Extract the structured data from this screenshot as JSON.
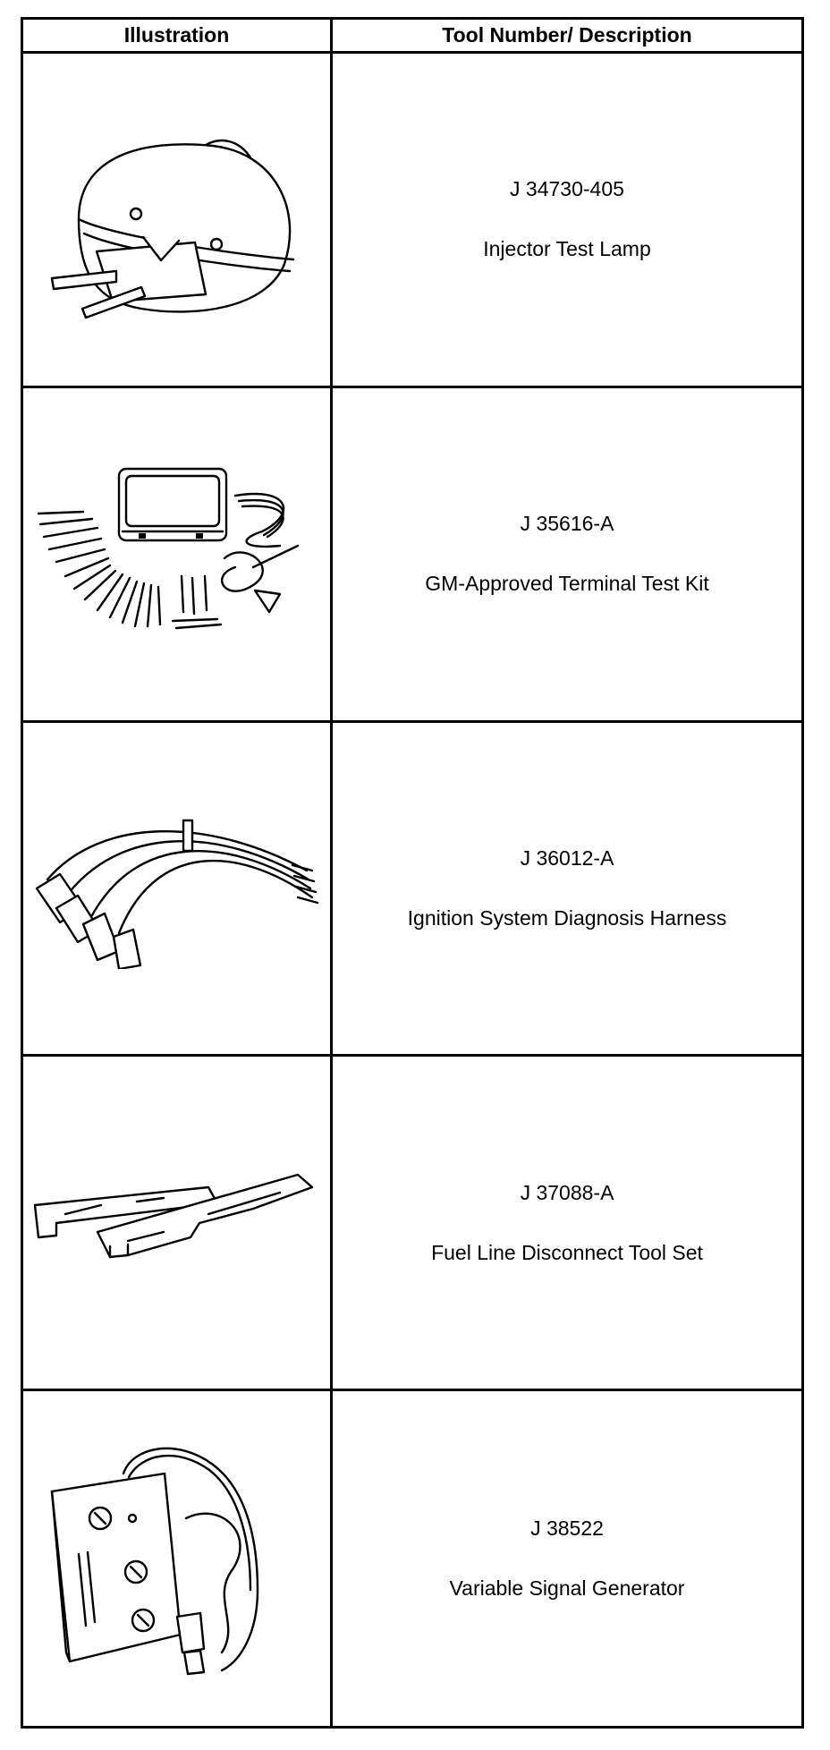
{
  "table": {
    "headers": {
      "illustration": "Illustration",
      "description": "Tool Number/ Description"
    },
    "rows": [
      {
        "number": "J 34730-405",
        "description": "Injector Test Lamp",
        "icon": "injector-test-lamp-illustration"
      },
      {
        "number": "J 35616-A",
        "description": "GM-Approved Terminal Test Kit",
        "icon": "terminal-test-kit-illustration"
      },
      {
        "number": "J 36012-A",
        "description": "Ignition System Diagnosis Harness",
        "icon": "ignition-harness-illustration"
      },
      {
        "number": "J 37088-A",
        "description": "Fuel Line Disconnect Tool Set",
        "icon": "fuel-line-disconnect-tool-illustration"
      },
      {
        "number": "J 38522",
        "description": "Variable Signal Generator",
        "icon": "variable-signal-generator-illustration"
      }
    ]
  }
}
